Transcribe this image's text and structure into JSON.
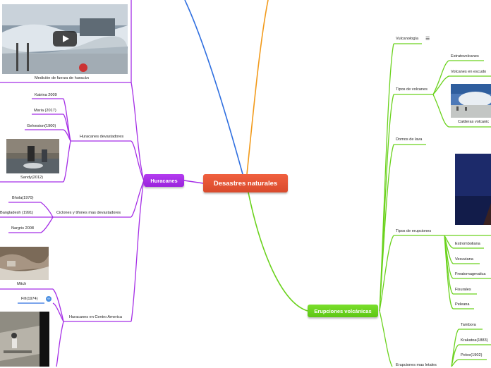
{
  "central": {
    "title": "Desastres naturales"
  },
  "huracanes": {
    "title": "Huracanes",
    "video_caption": "Medición de fuerza de huracán",
    "devastadores": {
      "label": "Huracanes devastadores",
      "items": [
        "Katrina 2009",
        "Maria (2017)",
        "Gelveston(1900)",
        "Sandy(2012)"
      ]
    },
    "ciclones": {
      "label": "Ciclones y tifones mas devastadores",
      "items": [
        "Bhola(1970)",
        "Bangladesh (1991)",
        "Nargris 2008"
      ]
    },
    "centro_america": {
      "label": "Huracanes en Centro America",
      "items": [
        "Mitch",
        "Fifi(1974)"
      ]
    }
  },
  "erupciones": {
    "title": "Erupciones volcánicas",
    "vulcanologia": "Vulcanología",
    "tipos_volcanes": {
      "label": "Tipos de volcanes",
      "items": [
        "Estratovolcanes",
        "Volcanes en escudo",
        "Calderas volcanic"
      ]
    },
    "domos": "Domos de lava",
    "tipos_erupciones": {
      "label": "Tipos de erupciones",
      "items": [
        "Estromboliana",
        "Vesuviana",
        "Freatomagmatica",
        "Fisurales",
        "Peleana"
      ]
    },
    "letales": {
      "label": "Erupciones mas letales",
      "items": [
        "Tambora",
        "Krakatoa(1883)",
        "Pelee(1902)"
      ]
    }
  },
  "colors": {
    "central": "#e8553a",
    "huracanes": "#a52ee6",
    "erupciones": "#6ad21c",
    "blue_branch": "#2f6fe0",
    "orange_branch": "#f29a1a"
  },
  "icons": {
    "vulcanologia_menu": "menu-icon",
    "fifi_badge": "link-badge",
    "video": "play-icon"
  }
}
